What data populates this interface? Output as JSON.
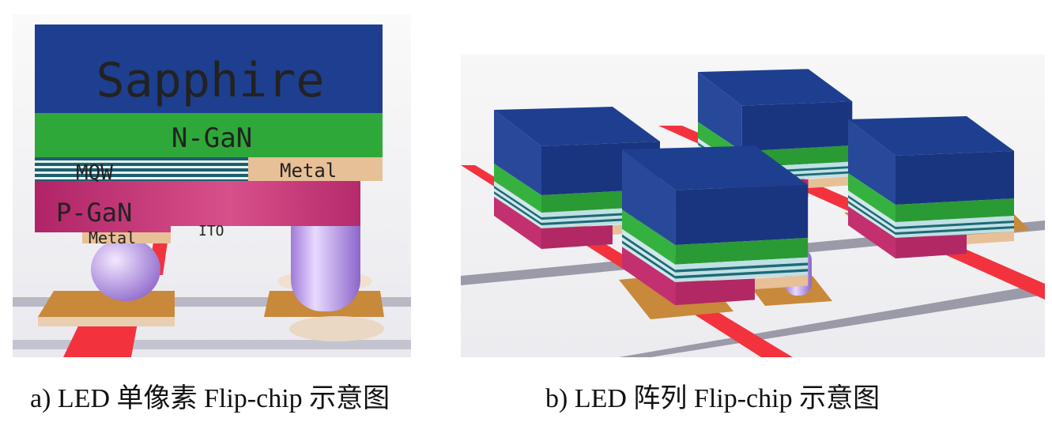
{
  "panel_a": {
    "labels": {
      "sapphire": "Sapphire",
      "n_gan": "N-GaN",
      "mqw": "MQW",
      "metal_right": "Metal",
      "p_gan": "P-GaN",
      "metal_bottom": "Metal",
      "ito": "ITO"
    },
    "caption": "a)  LED 单像素 Flip-chip 示意图"
  },
  "panel_b": {
    "caption": "b) LED 阵列 Flip-chip 示意图"
  },
  "colors": {
    "sapphire": "#1e3f8f",
    "n_gan": "#2ea838",
    "p_gan": "#c2306f",
    "metal": "#e8c097",
    "bump": "#c9a8f0",
    "pad": "#c8893a",
    "trace_red": "#f2333e",
    "trace_gray": "#9a9aa8"
  }
}
